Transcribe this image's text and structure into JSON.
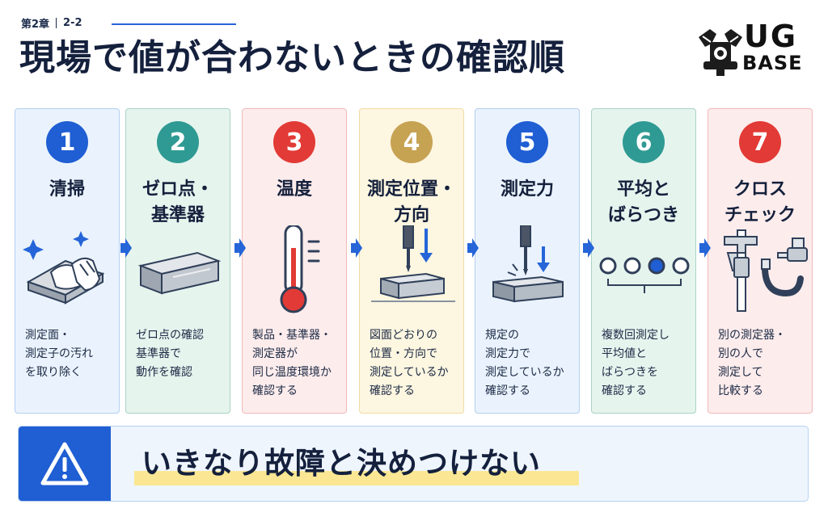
{
  "header": {
    "chapter": "第2章",
    "section": "2-2",
    "title": "現場で値が合わないときの確認順"
  },
  "logo": {
    "line1": "UG",
    "line2": "BASE"
  },
  "colors": {
    "blue": "#1f5ed3",
    "teal": "#2f9a93",
    "red": "#e23a36",
    "gold": "#c6a253",
    "highlight": "#fbe793"
  },
  "steps": [
    {
      "number": "1",
      "title_lines": [
        "清掃"
      ],
      "desc_lines": [
        "測定面・",
        "測定子の汚れ",
        "を取り除く"
      ],
      "icon": "cleaning-cloth-icon"
    },
    {
      "number": "2",
      "title_lines": [
        "ゼロ点・",
        "基準器"
      ],
      "desc_lines": [
        "ゼロ点の確認",
        "基準器で",
        "動作を確認"
      ],
      "icon": "gauge-block-icon"
    },
    {
      "number": "3",
      "title_lines": [
        "温度"
      ],
      "desc_lines": [
        "製品・基準器・",
        "測定器が",
        "同じ温度環境か",
        "確認する"
      ],
      "icon": "thermometer-icon"
    },
    {
      "number": "4",
      "title_lines": [
        "測定位置・",
        "方向"
      ],
      "desc_lines": [
        "図面どおりの",
        "位置・方向で",
        "測定しているか",
        "確認する"
      ],
      "icon": "probe-position-icon"
    },
    {
      "number": "5",
      "title_lines": [
        "測定力"
      ],
      "desc_lines": [
        "規定の",
        "測定力で",
        "測定しているか",
        "確認する"
      ],
      "icon": "probe-force-icon"
    },
    {
      "number": "6",
      "title_lines": [
        "平均と",
        "ばらつき"
      ],
      "desc_lines": [
        "複数回測定し",
        "平均値と",
        "ばらつきを",
        "確認する"
      ],
      "icon": "dots-average-icon"
    },
    {
      "number": "7",
      "title_lines": [
        "クロス",
        "チェック"
      ],
      "desc_lines": [
        "別の測定器・",
        "別の人で",
        "測定して",
        "比較する"
      ],
      "icon": "caliper-micrometer-icon"
    }
  ],
  "warning": {
    "icon": "warning-icon",
    "message": "いきなり故障と決めつけない"
  }
}
